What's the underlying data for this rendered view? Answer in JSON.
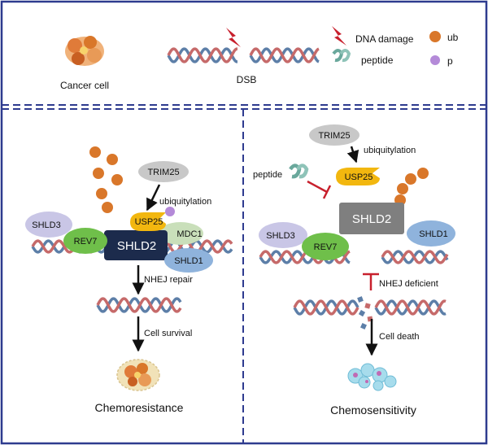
{
  "legend": {
    "cancer_cell": "Cancer cell",
    "dsb": "DSB",
    "dna_damage": "DNA damage",
    "ub": "ub",
    "peptide": "peptide",
    "p": "p"
  },
  "left_panel": {
    "trim25": "TRIM25",
    "ubiquitylation": "ubiquitylation",
    "usp25": "USP25",
    "shld3": "SHLD3",
    "rev7": "REV7",
    "shld2": "SHLD2",
    "mdc1": "MDC1",
    "shld1": "SHLD1",
    "nhej_repair": "NHEJ repair",
    "cell_survival": "Cell survival",
    "outcome": "Chemoresistance"
  },
  "right_panel": {
    "trim25": "TRIM25",
    "ubiquitylation": "ubiquitylation",
    "peptide": "peptide",
    "usp25": "USP25",
    "shld2": "SHLD2",
    "shld3": "SHLD3",
    "rev7": "REV7",
    "shld1": "SHLD1",
    "nhej_deficient": "NHEJ deficient",
    "cell_death": "Cell death",
    "outcome": "Chemosensitivity"
  },
  "colors": {
    "border": "#2e3b8f",
    "ub": "#d9772a",
    "p": "#b48ad8",
    "usp25": "#f2b70f",
    "rev7": "#6fbf4a",
    "shld2_left": "#1c2b4c",
    "shld2_right": "#7f7f7f",
    "shld3": "#c9c6e6",
    "shld1": "#8fb3dc",
    "mdc1": "#c9dfba",
    "trim25": "#c8c8c8",
    "inhibit": "#c8202d",
    "dna_blue": "#5d7fa8",
    "dna_red": "#c66a6a"
  }
}
